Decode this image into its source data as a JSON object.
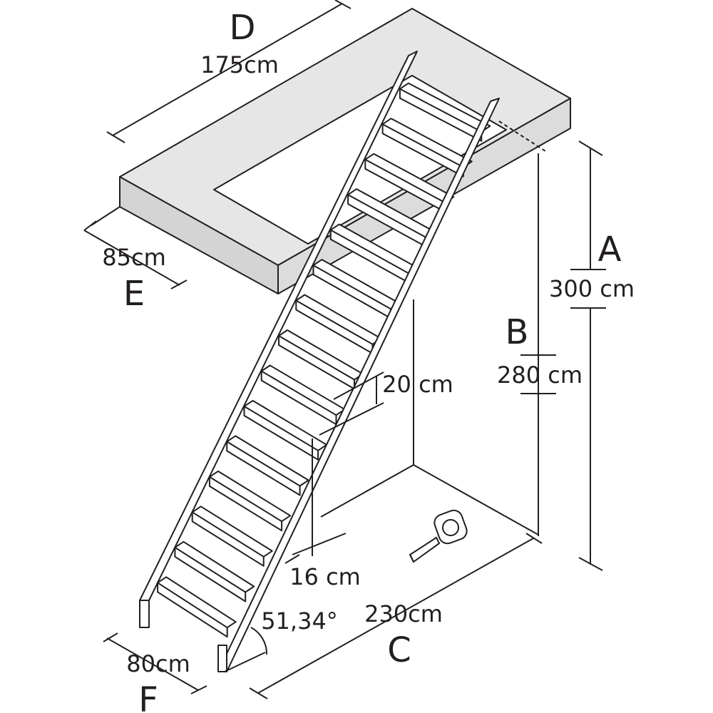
{
  "colors": {
    "line": "#231f20",
    "slab_fill": "#e6e6e6",
    "slab_side": "#d4d4d4",
    "tread_fill": "#ffffff",
    "background": "#ffffff"
  },
  "labels": {
    "A": "A",
    "A_value": "300 cm",
    "B": "B",
    "B_value": "280 cm",
    "C": "C",
    "C_value": "230cm",
    "D": "D",
    "D_value": "175cm",
    "E": "E",
    "E_value": "85cm",
    "F": "F",
    "F_value": "80cm",
    "rise": "20 cm",
    "tread_depth": "16 cm",
    "angle": "51,34°"
  },
  "stair": {
    "tread_count": 15
  },
  "icons": {
    "tape_measure": "tape-measure-icon"
  }
}
